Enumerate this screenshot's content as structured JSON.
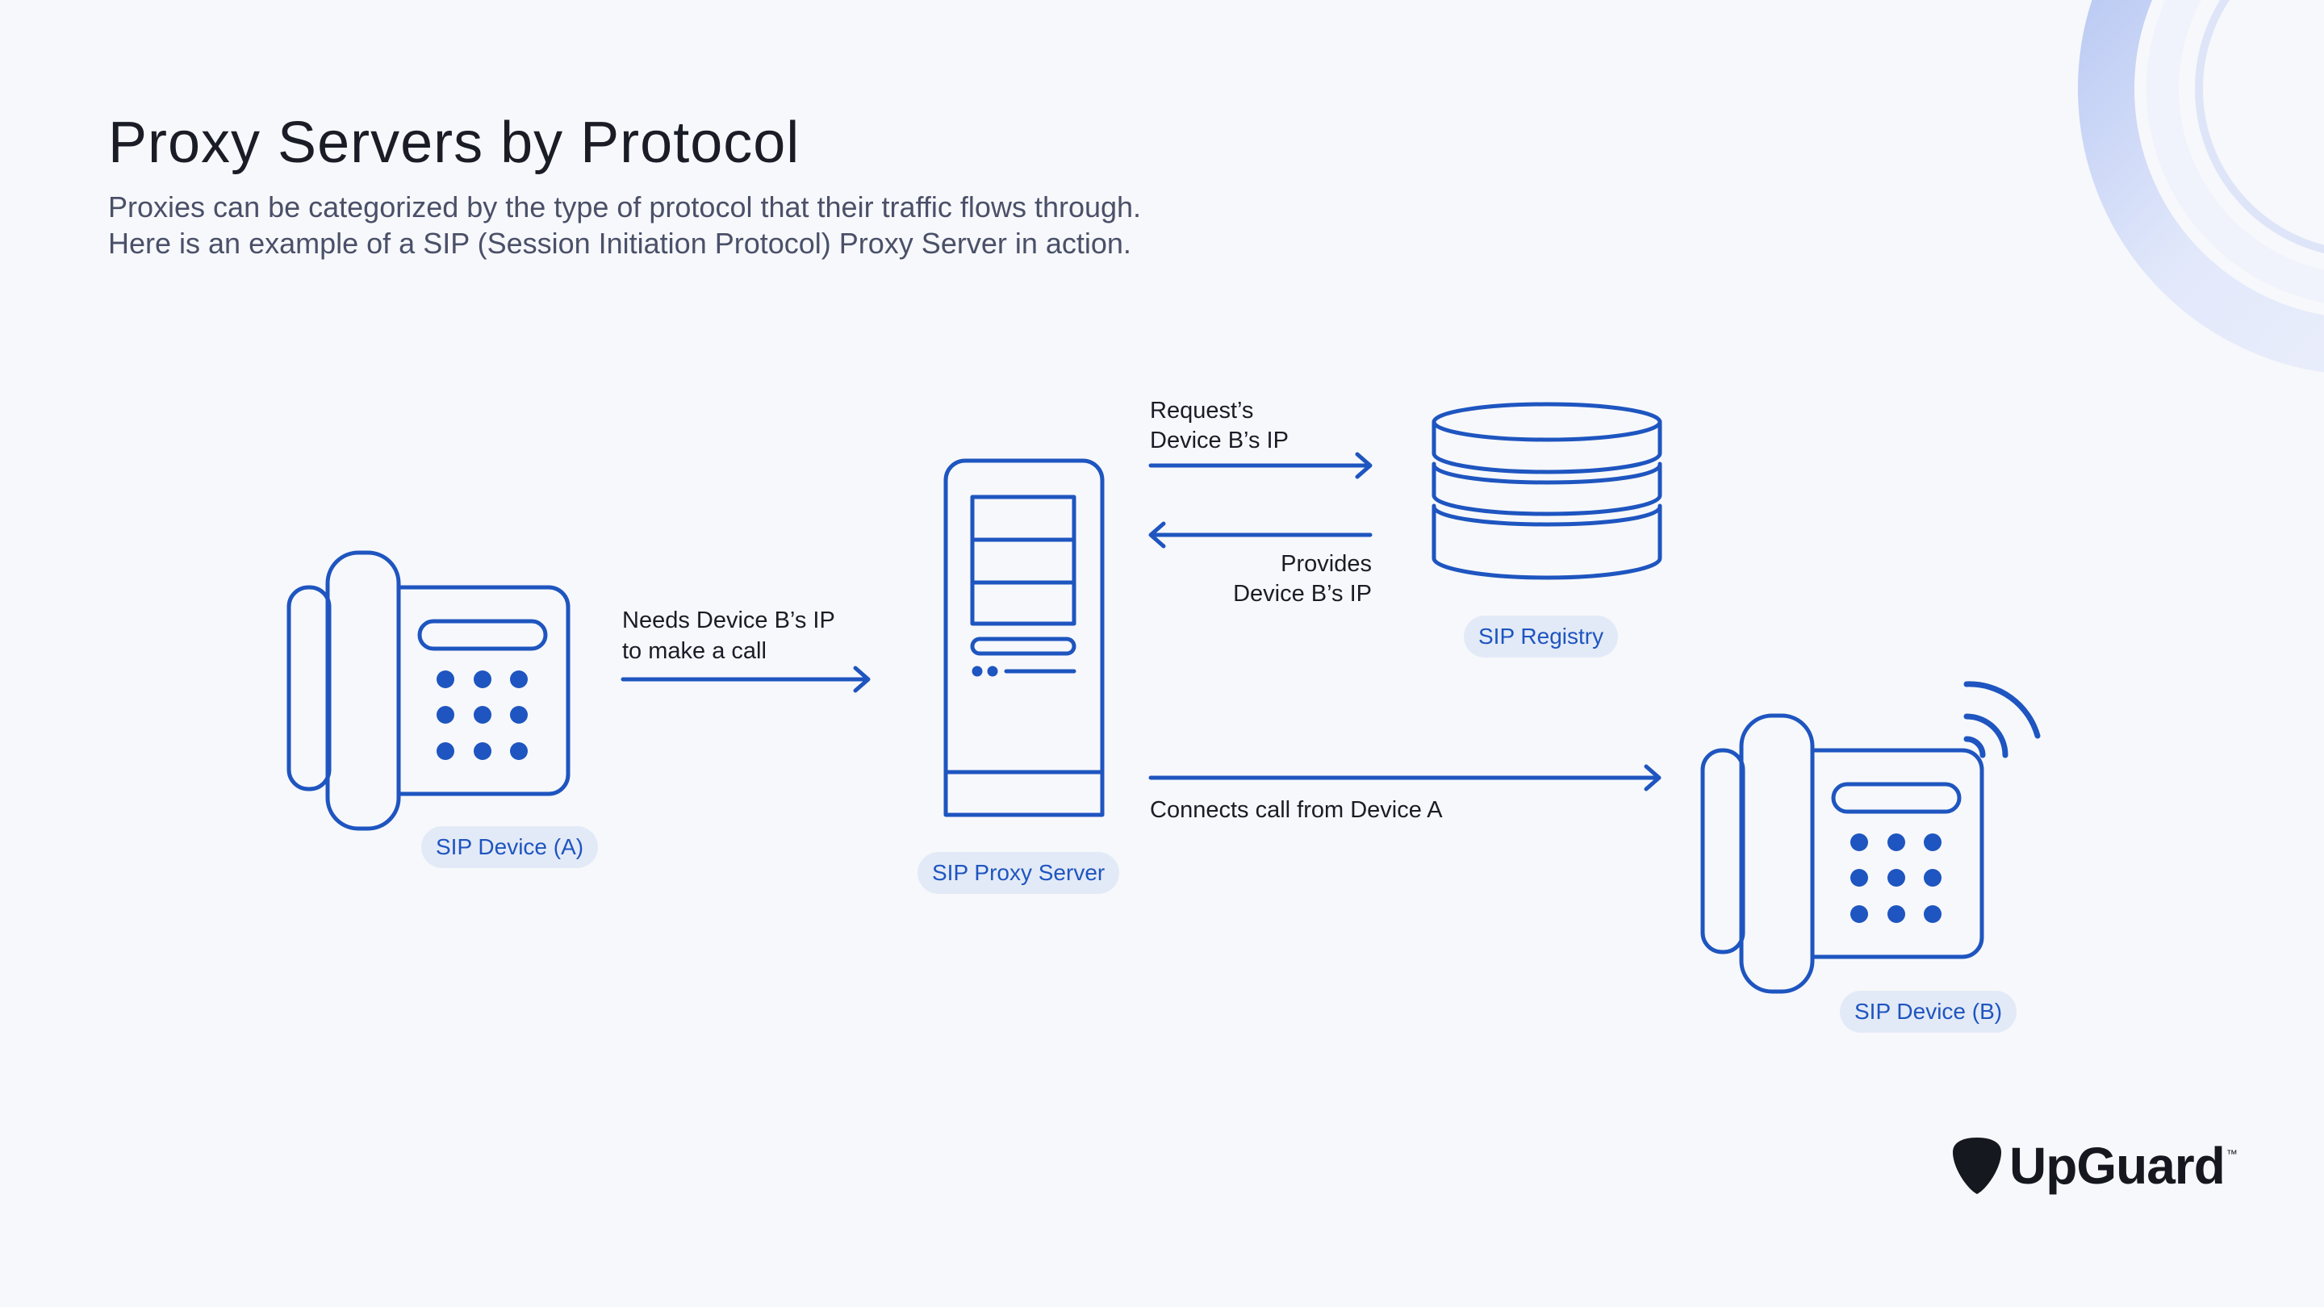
{
  "header": {
    "title": "Proxy Servers by Protocol",
    "subtitle_line1": "Proxies can be categorized by the type of protocol that their traffic flows through.",
    "subtitle_line2": "Here is an example of a SIP (Session Initiation Protocol) Proxy Server in action."
  },
  "nodes": {
    "device_a": {
      "label": "SIP Device (A)",
      "icon": "desk-phone-icon"
    },
    "proxy": {
      "label": "SIP Proxy Server",
      "icon": "server-tower-icon"
    },
    "registry": {
      "label": "SIP Registry",
      "icon": "database-icon"
    },
    "device_b": {
      "label": "SIP Device (B)",
      "icon": "desk-phone-ringing-icon"
    }
  },
  "edges": {
    "a_to_proxy_line1": "Needs Device B’s IP",
    "a_to_proxy_line2": "to make a call",
    "request_line1": "Request’s",
    "request_line2": "Device B’s IP",
    "provides_line1": "Provides",
    "provides_line2": "Device B’s IP",
    "connects": "Connects call from Device A"
  },
  "brand": {
    "name": "UpGuard",
    "tm": "™"
  },
  "colors": {
    "background": "#f7f8fb",
    "accent": "#1e55c0",
    "badge": "#e3eaf7",
    "title": "#1a1d26",
    "subtitle": "#4a5068"
  }
}
